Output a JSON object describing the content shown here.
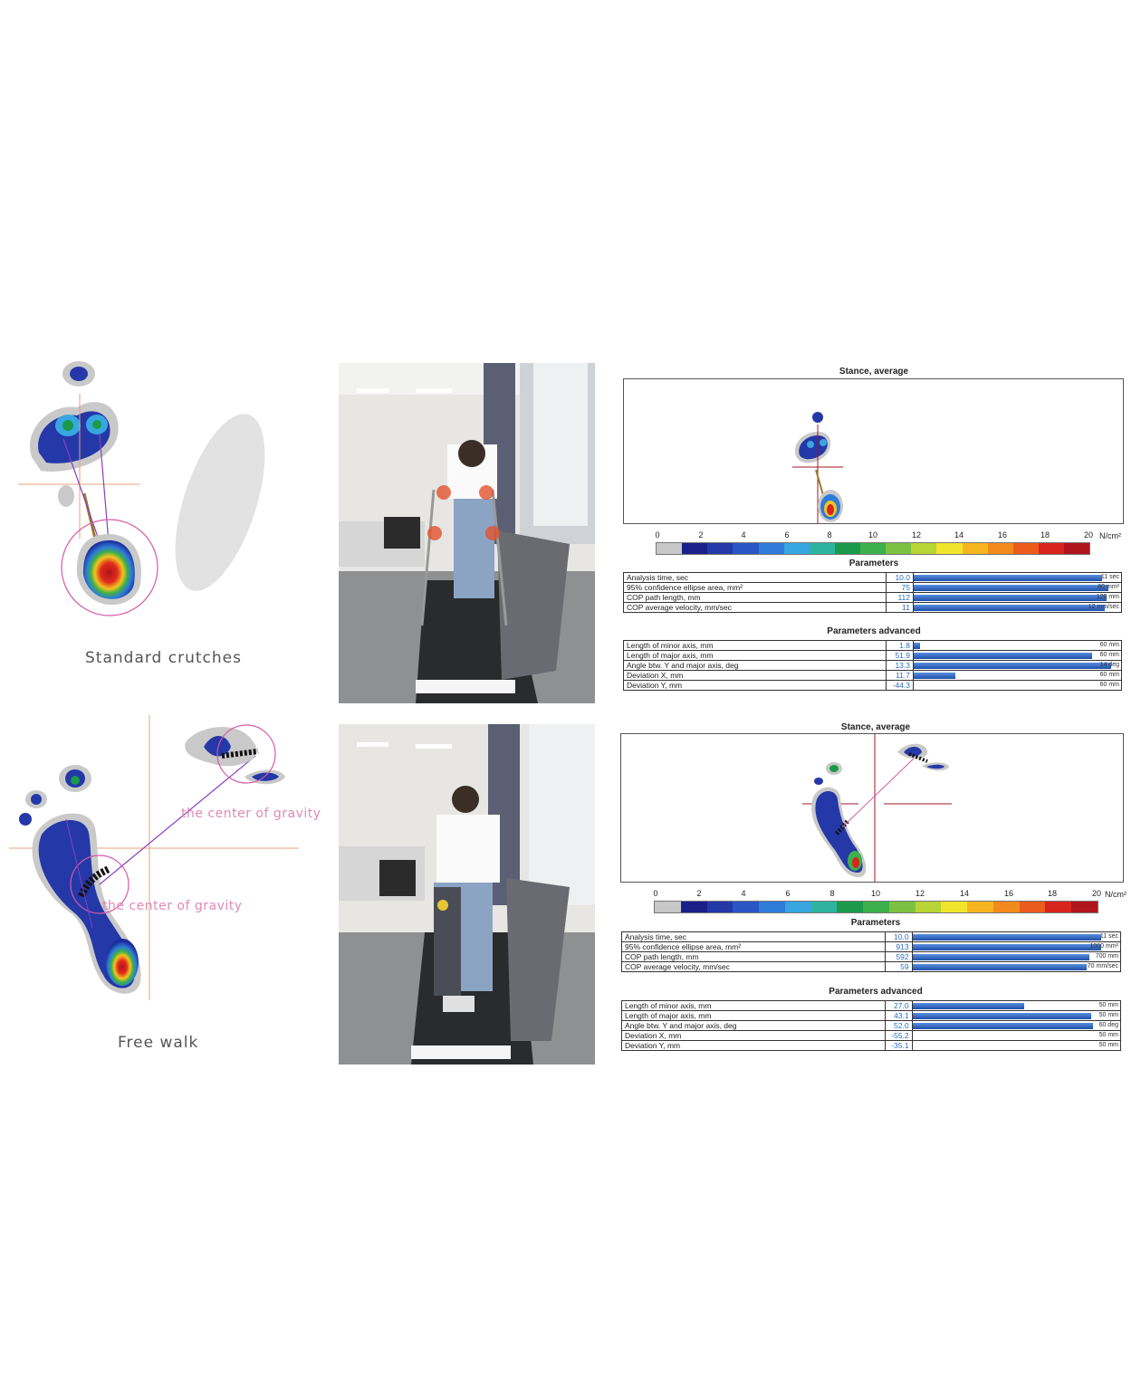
{
  "left": {
    "top_caption": "Standard crutches",
    "bottom_caption": "Free walk",
    "cog_label_1": "the center of gravity",
    "cog_label_2": "the center of gravity"
  },
  "report_top": {
    "title": "Stance, average",
    "scale_ticks": [
      "0",
      "2",
      "4",
      "6",
      "8",
      "10",
      "12",
      "14",
      "16",
      "18",
      "20"
    ],
    "scale_unit": "N/cm²",
    "scale_colors": [
      "#c8c8c8",
      "#1b1f8a",
      "#2438a8",
      "#2a55c4",
      "#2f7bd8",
      "#38a6e0",
      "#2db3a0",
      "#1a9a4a",
      "#3cb04a",
      "#7cc242",
      "#b8d435",
      "#f0e52a",
      "#f6b41f",
      "#f28a1c",
      "#ec5a1c",
      "#d8241c",
      "#b0141c"
    ],
    "params_title": "Parameters",
    "params": [
      {
        "label": "Analysis time, sec",
        "value": "10.0",
        "max": "11 sec",
        "fill": 0.91
      },
      {
        "label": "95% confidence ellipse area, mm²",
        "value": "75",
        "max": "80 mm²",
        "fill": 0.94
      },
      {
        "label": "COP path length, mm",
        "value": "112",
        "max": "120 mm",
        "fill": 0.93
      },
      {
        "label": "COP average velocity, mm/sec",
        "value": "11",
        "max": "12 mm/sec",
        "fill": 0.92
      }
    ],
    "adv_title": "Parameters advanced",
    "adv": [
      {
        "label": "Length of minor axis, mm",
        "value": "1.8",
        "max": "60 mm",
        "fill": 0.03
      },
      {
        "label": "Length of major axis, mm",
        "value": "51.9",
        "max": "60 mm",
        "fill": 0.86
      },
      {
        "label": "Angle btw. Y and major axis, deg",
        "value": "13.3",
        "max": "14 deg",
        "fill": 0.95
      },
      {
        "label": "Deviation X, mm",
        "value": "11.7",
        "max": "60 mm",
        "fill": 0.2
      },
      {
        "label": "Deviation Y, mm",
        "value": "-44.3",
        "max": "60 mm",
        "fill": 0
      }
    ]
  },
  "report_bottom": {
    "title": "Stance, average",
    "scale_ticks": [
      "0",
      "2",
      "4",
      "6",
      "8",
      "10",
      "12",
      "14",
      "16",
      "18",
      "20"
    ],
    "scale_unit": "N/cm²",
    "params_title": "Parameters",
    "params": [
      {
        "label": "Analysis time, sec",
        "value": "10.0",
        "max": "11 sec",
        "fill": 0.91
      },
      {
        "label": "95% confidence ellipse area, mm²",
        "value": "913",
        "max": "1000 mm²",
        "fill": 0.91
      },
      {
        "label": "COP path length, mm",
        "value": "592",
        "max": "700 mm",
        "fill": 0.85
      },
      {
        "label": "COP average velocity, mm/sec",
        "value": "59",
        "max": "70 mm/sec",
        "fill": 0.84
      }
    ],
    "adv_title": "Parameters advanced",
    "adv": [
      {
        "label": "Length of minor axis, mm",
        "value": "27.0",
        "max": "50 mm",
        "fill": 0.54
      },
      {
        "label": "Length of major axis, mm",
        "value": "43.1",
        "max": "50 mm",
        "fill": 0.86
      },
      {
        "label": "Angle btw. Y and major axis, deg",
        "value": "52.0",
        "max": "60 deg",
        "fill": 0.87
      },
      {
        "label": "Deviation X, mm",
        "value": "-55.2",
        "max": "50 mm",
        "fill": 0
      },
      {
        "label": "Deviation Y, mm",
        "value": "-35.1",
        "max": "50 mm",
        "fill": 0
      }
    ]
  }
}
